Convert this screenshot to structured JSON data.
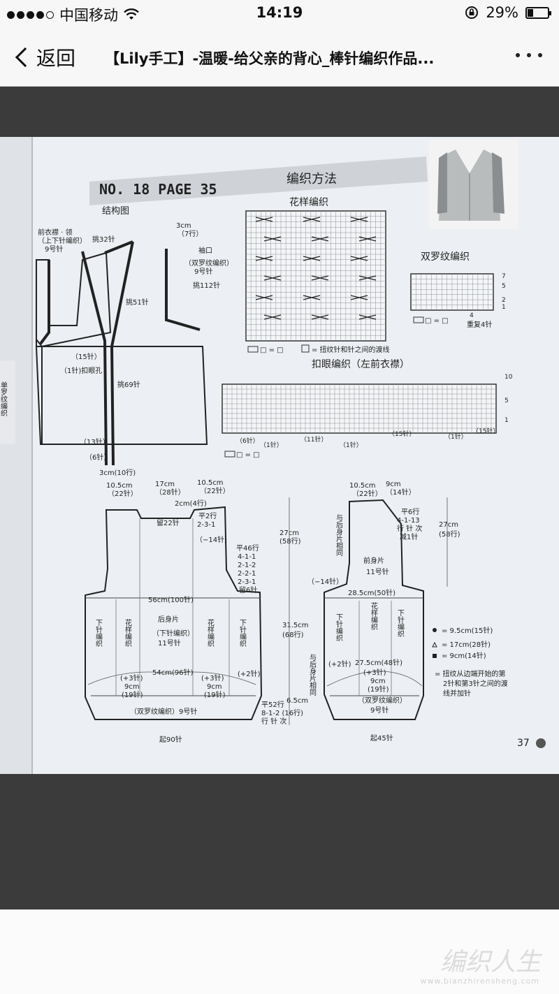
{
  "status": {
    "carrier": "中国移动",
    "time": "14:19",
    "battery": "29%",
    "battery_level": 0.29
  },
  "nav": {
    "back_label": "返回",
    "title": "【Lily手工】-温暖-给父亲的背心_棒针编织作品..."
  },
  "page": {
    "header_code": "NO. 18  PAGE 35",
    "header_title": "编织方法",
    "page_number": "37",
    "sections": {
      "structure": "结构图",
      "pattern": "花样编织",
      "double_rib": "双罗纹编织",
      "buttonhole": "扣眼编织（左前衣襟）"
    },
    "side_tab": "单罗纹编织",
    "structure_labels": {
      "placket_title": "前衣襟 · 领",
      "placket_sub": "（上下针编织）",
      "placket_needle": "9号针",
      "pick32": "挑32针",
      "cm3_7": "3cm",
      "rows7": "（7行）",
      "armhole": "袖口",
      "armhole_sub": "（双罗纹编织）",
      "armhole_needle": "9号针",
      "pick112": "挑112针",
      "pick51": "挑51针",
      "st15": "（15针）",
      "buttonhole_note": "（1针)扣眼孔",
      "pick69": "挑69针",
      "st13": "（13针）",
      "st6": "（6针）",
      "bottom_cm": "3cm(10行)"
    },
    "pattern_legend": {
      "blank": "□ = □",
      "twist": "= 扭纹针和针之间的渡线"
    },
    "rib_labels": {
      "r7": "7",
      "r5": "5",
      "r2": "2",
      "r1": "1",
      "st4": "4",
      "repeat": "重复4针",
      "legend": "□ = □"
    },
    "buttonhole_labels": {
      "r10": "10",
      "r5": "5",
      "r1": "1",
      "st6": "（6针）",
      "st1": "（1针）",
      "st11": "（11针）",
      "st15": "（15针）",
      "legend": "□ = □"
    },
    "back": {
      "w_left": "10.5cm",
      "w_left_st": "（22针）",
      "w_mid": "17cm",
      "w_mid_st": "（28针）",
      "w_right": "10.5cm",
      "w_right_st": "（22针）",
      "neck_cm": "2cm(4行)",
      "keep22": "留22针",
      "ping2": "平2行",
      "seq231": "2-3-1",
      "minus14": "（−14针）",
      "ping46": "平46行",
      "s411": "4-1-1",
      "s212": "2-1-2",
      "s221": "2-2-1",
      "s231": "2-3-1",
      "keep6": "留6针",
      "h27": "27cm",
      "h27r": "(58行)",
      "width56": "56cm(100针)",
      "name": "后身片",
      "knit": "（下针编织）",
      "needle": "11号针",
      "col_purl": "下针编织",
      "col_pattern": "花样编织",
      "width54": "54cm(96针)",
      "plus3a": "(+3针)",
      "cm9a": "9cm",
      "st19a": "(19针)",
      "plus3b": "(+3针)",
      "cm9b": "9cm",
      "st19b": "(19针)",
      "plus2": "(+2针)",
      "h315": "31.5cm",
      "h315r": "(68行)",
      "rib": "（双罗纹编织）9号针",
      "ping52": "平52行",
      "s8116": "8-1-2 (16行)",
      "rowst": "行 针 次",
      "h65": "6.5cm",
      "start": "起90针"
    },
    "front": {
      "w_left": "10.5cm",
      "w_left_st": "（22针）",
      "w_right": "9cm",
      "w_right_st": "（14针）",
      "same_as_back": "与后身片相同",
      "ping6": "平6行",
      "s4113": "4-1-13",
      "rowst": "行 针 次",
      "decst": "减1针",
      "h27": "27cm",
      "h27r": "(58行)",
      "name": "前身片",
      "needle": "11号针",
      "minus14": "（−14针）",
      "width285": "28.5cm(50针)",
      "col_purl": "下针编织",
      "col_pattern": "花样编织",
      "plus2": "(+2针)",
      "width275": "27.5cm(48针)",
      "plus3": "(+3针)",
      "cm9": "9cm",
      "st19": "(19针)",
      "rib": "（双罗纹编织）",
      "rib_needle": "9号针",
      "same_as_back2": "与后身片相同",
      "start": "起45针"
    },
    "markers": {
      "m1": "= 9.5cm(15针)",
      "m2": "= 17cm(28针)",
      "m3": "= 9cm(14针)",
      "note1": "= 扭纹从边端开始的第",
      "note2": "2针和第3针之间的渡",
      "note3": "线并加针"
    }
  },
  "watermark": {
    "text": "编织人生",
    "url": "www.bianzhirensheng.com"
  }
}
